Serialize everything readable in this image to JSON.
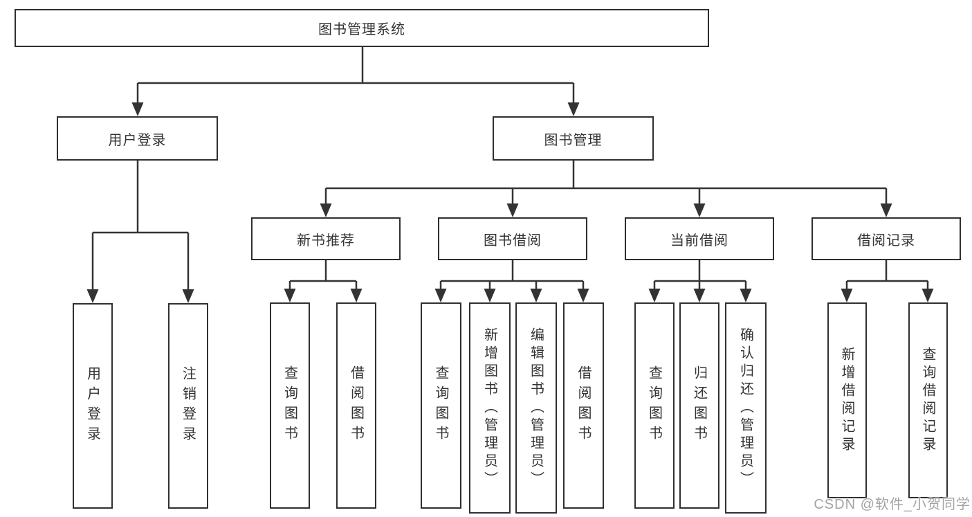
{
  "tree": {
    "root": {
      "label": "图书管理系统"
    },
    "branches": [
      {
        "label": "用户登录",
        "children": [
          {
            "label": "用户登录"
          },
          {
            "label": "注销登录"
          }
        ]
      },
      {
        "label": "图书管理",
        "children": [
          {
            "label": "新书推荐",
            "children": [
              {
                "label": "查询图书"
              },
              {
                "label": "借阅图书"
              }
            ]
          },
          {
            "label": "图书借阅",
            "children": [
              {
                "label": "查询图书"
              },
              {
                "label": "新增图书（管理员）"
              },
              {
                "label": "编辑图书（管理员）"
              },
              {
                "label": "借阅图书"
              }
            ]
          },
          {
            "label": "当前借阅",
            "children": [
              {
                "label": "查询图书"
              },
              {
                "label": "归还图书"
              },
              {
                "label": "确认归还（管理员）"
              }
            ]
          },
          {
            "label": "借阅记录",
            "children": [
              {
                "label": "新增借阅记录"
              },
              {
                "label": "查询借阅记录"
              }
            ]
          }
        ]
      }
    ]
  },
  "watermark": {
    "text": "CSDN @软件_小贺同学"
  },
  "colors": {
    "line": "#333333",
    "box_border": "#2f2f2f",
    "text": "#333333",
    "watermark": "#a3a3a3",
    "background": "#ffffff"
  }
}
